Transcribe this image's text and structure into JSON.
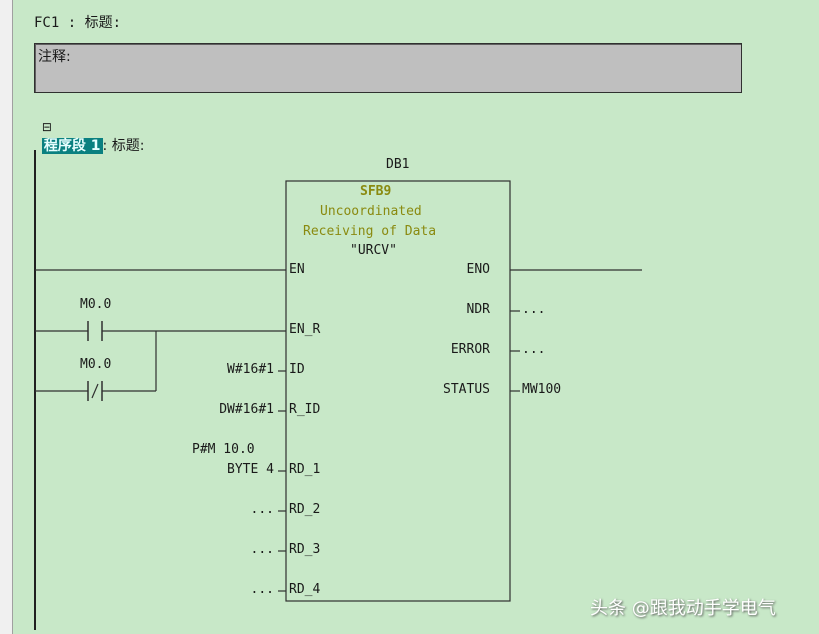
{
  "block": {
    "title": "FC1 : 标题:"
  },
  "comment": {
    "label": "注释:"
  },
  "network": {
    "toggle_icon": "collapse-minus-box",
    "label_highlight": "程序段 1",
    "label_rest": ": 标题:"
  },
  "function_block": {
    "instance_db": "DB1",
    "name": "SFB9",
    "description_line1": "Uncoordinated",
    "description_line2": "Receiving of Data",
    "symbol": "\"URCV\"",
    "inputs": [
      {
        "pin": "EN",
        "param": ""
      },
      {
        "pin": "EN_R",
        "param": ""
      },
      {
        "pin": "ID",
        "param": "W#16#1"
      },
      {
        "pin": "R_ID",
        "param": "DW#16#1"
      },
      {
        "pin": "RD_1",
        "param_line1": "P#M 10.0",
        "param": "BYTE 4"
      },
      {
        "pin": "RD_2",
        "param": "..."
      },
      {
        "pin": "RD_3",
        "param": "..."
      },
      {
        "pin": "RD_4",
        "param": "..."
      }
    ],
    "outputs": [
      {
        "pin": "ENO",
        "param": ""
      },
      {
        "pin": "NDR",
        "param": "..."
      },
      {
        "pin": "ERROR",
        "param": "..."
      },
      {
        "pin": "STATUS",
        "param": "MW100"
      }
    ]
  },
  "contacts": [
    {
      "address": "M0.0",
      "type": "normally-open"
    },
    {
      "address": "M0.0",
      "type": "normally-closed"
    }
  ],
  "watermark": "头条 @跟我动手学电气"
}
